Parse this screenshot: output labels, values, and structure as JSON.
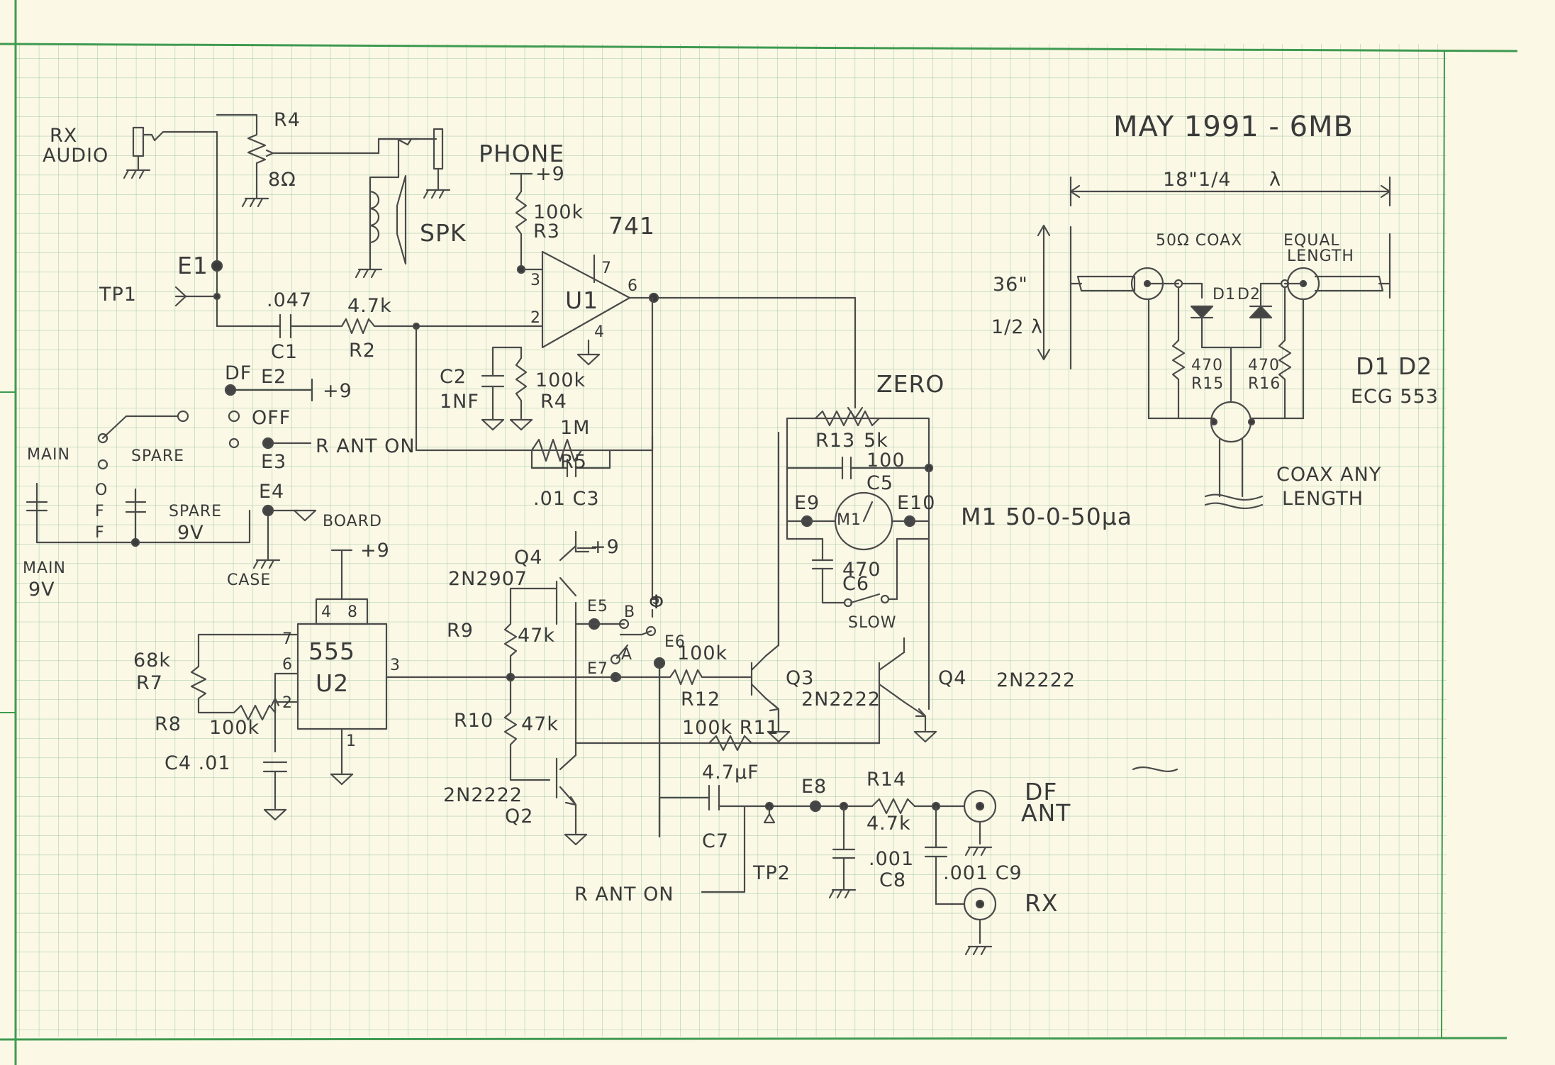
{
  "title": "MAY 1991 - 6MB",
  "labels": {
    "rx_audio_1": "RX",
    "rx_audio_2": "AUDIO",
    "r4_top": "R4",
    "r4_top_val": "8Ω",
    "spk": "SPK",
    "phone": "PHONE",
    "plus9_phone": "+9",
    "r3_val": "100k",
    "r3": "R3",
    "opamp_type": "741",
    "u1": "U1",
    "pin3": "3",
    "pin2": "2",
    "pin7": "7",
    "pin6": "6",
    "pin4": "4",
    "e1": "E1",
    "tp1": "TP1",
    "c1_val": ".047",
    "c1": "C1",
    "r2_val": "4.7k",
    "r2": "R2",
    "c2": "C2",
    "c2_val": "1NF",
    "r4_val": "100k",
    "r4": "R4",
    "r5_val": "1M",
    "r5": "R5",
    "c3": ".01 C3",
    "df": "DF",
    "e2": "E2",
    "plus9_df": "+9",
    "off": "OFF",
    "r_ant_on_sw": "R ANT ON",
    "e3": "E3",
    "main": "MAIN",
    "spare": "SPARE",
    "sw_o": "O",
    "sw_f1": "F",
    "sw_f2": "F",
    "spare9v_1": "SPARE",
    "spare9v_2": "9V",
    "main9v_1": "MAIN",
    "main9v_2": "9V",
    "e4": "E4",
    "board": "BOARD",
    "case": "CASE",
    "plus9_555": "+9",
    "pin_4": "4",
    "pin_8": "8",
    "u2_type": "555",
    "u2": "U2",
    "pin_7": "7",
    "pin_6": "6",
    "pin_2": "2",
    "pin_3": "3",
    "pin_1": "1",
    "r7_val": "68k",
    "r7": "R7",
    "r8": "R8",
    "r8_val": "100k",
    "c4": "C4 .01",
    "q4_top": "Q4",
    "q4_type": "2N2907",
    "plus9_q": "+9",
    "r9": "R9",
    "r9_val": "47k",
    "r10": "R10",
    "r10_val": "47k",
    "q2_type": "2N2222",
    "q2": "Q2",
    "e5": "E5",
    "sw_b": "B",
    "sw_a": "A",
    "e6": "E6",
    "e7": "E7",
    "phi": "Φ",
    "r12_val": "100k",
    "r12": "R12",
    "q3": "Q3",
    "q3_type": "2N2222",
    "q4_right": "Q4",
    "q4_right_type": "2N2222",
    "r11": "100k R11",
    "zero": "ZERO",
    "r13": "R13",
    "r13_val": "5k",
    "c5_val": "100",
    "c5": "C5",
    "e9": "E9",
    "e10": "E10",
    "m1": "M1",
    "meter": "M1 50-0-50μa",
    "c6_val": "470",
    "c6": "C6",
    "slow": "SLOW",
    "c7_val": "4.7μF",
    "c7": "C7",
    "e8": "E8",
    "r14": "R14",
    "r14_val": "4.7k",
    "c8_val": ".001",
    "c8": "C8",
    "c9": ".001 C9",
    "df_ant_1": "DF",
    "df_ant_2": "ANT",
    "rx": "RX",
    "r_ant_on": "R ANT ON",
    "tp2": "TP2",
    "dim_18": "18\"",
    "dim_quarter": "1/4",
    "dim_lambda": "λ",
    "dim_36": "36\"",
    "dim_half": "1/2 λ",
    "coax_50": "50Ω COAX",
    "equal_1": "EQUAL",
    "equal_2": "LENGTH",
    "d1": "D1",
    "d2": "D2",
    "r15_val": "470",
    "r15": "R15",
    "r16_val": "470",
    "r16": "R16",
    "diodes_1": "D1 D2",
    "diodes_2": "ECG 553",
    "coax_any_1": "COAX ANY",
    "coax_any_2": "LENGTH"
  }
}
